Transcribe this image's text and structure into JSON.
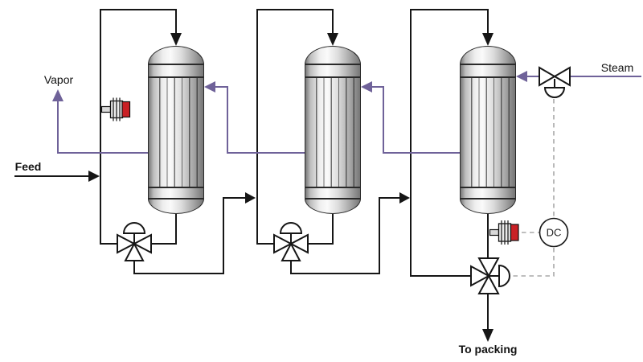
{
  "labels": {
    "vapor": "Vapor",
    "feed": "Feed",
    "steam": "Steam",
    "to_packing": "To packing",
    "controller": "DC"
  },
  "colors": {
    "pipe": "#161616",
    "vapor": "#6f6299",
    "signal": "#a8a8a8",
    "red": "#c92025",
    "background": "#ffffff"
  },
  "components": {
    "vessels": [
      "evaporator-vessel-1",
      "evaporator-vessel-2",
      "evaporator-vessel-3"
    ],
    "valves": [
      "three-way-recirculation-valve-1",
      "three-way-recirculation-valve-2",
      "three-way-discharge-valve-3",
      "steam-control-valve"
    ],
    "instruments": [
      "level-sensor-1",
      "level-sensor-3",
      "dc-controller"
    ],
    "streams": [
      "feed-line",
      "vapor-line-1",
      "vapor-line-2-to-1",
      "vapor-line-3-to-2",
      "steam-line",
      "transfer-line-1-to-2",
      "transfer-line-2-to-3",
      "product-line-to-packing"
    ]
  }
}
